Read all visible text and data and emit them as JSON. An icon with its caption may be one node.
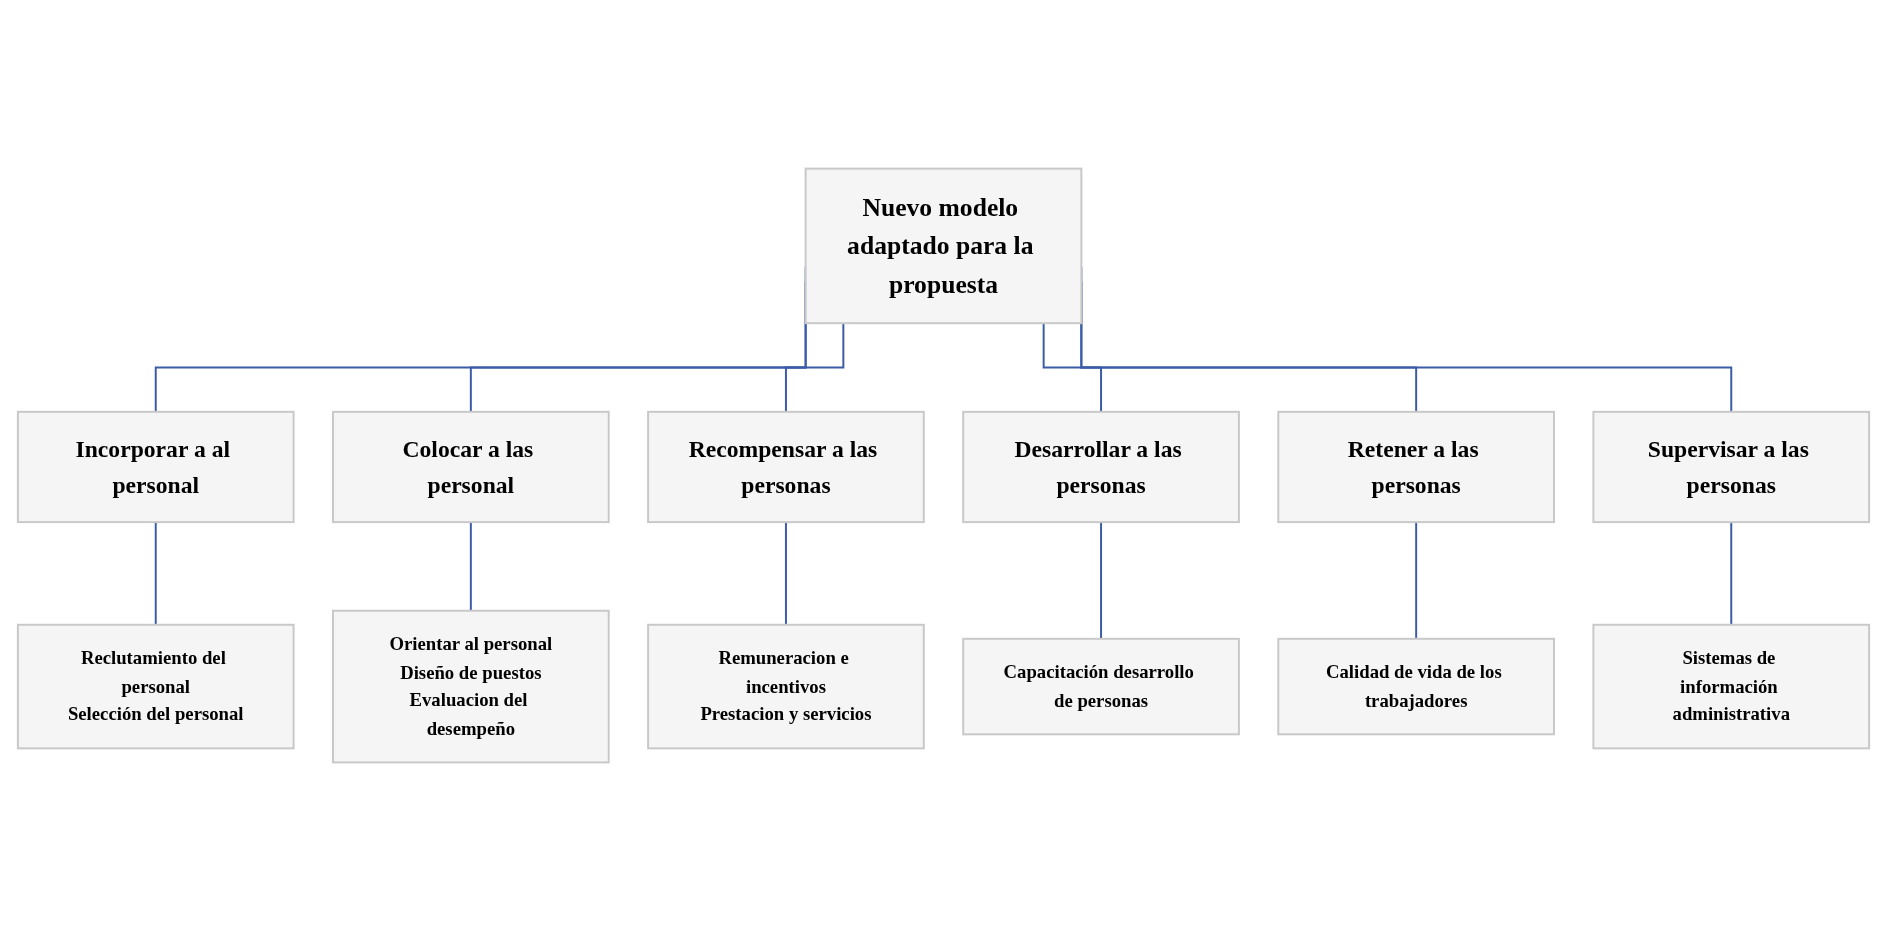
{
  "diagram": {
    "nodes": [
      {
        "text": [
          "Nuevo modelo adaptado para la propuesta"
        ]
      },
      {
        "text": [
          "Incorporar a al personal"
        ]
      },
      {
        "text": [
          "Colocar a las personal"
        ]
      },
      {
        "text": [
          "Recompensar a las personas"
        ]
      },
      {
        "text": [
          "Desarrollar a las personas"
        ]
      },
      {
        "text": [
          "Retener a las personas"
        ]
      },
      {
        "text": [
          "Supervisar a las personas"
        ]
      },
      {
        "text": [
          "Reclutamiento del personal",
          "Selección del personal"
        ]
      },
      {
        "text": [
          "Orientar al personal",
          "Diseño de puestos",
          "Evaluacion del desempeño"
        ]
      },
      {
        "text": [
          "Remuneracion e incentivos",
          "Prestacion y servicios"
        ]
      },
      {
        "text": [
          "Capacitación desarrollo de personas"
        ]
      },
      {
        "text": [
          "Calidad de vida de los trabajadores"
        ]
      },
      {
        "text": [
          "Sistemas de información administrativa"
        ]
      }
    ],
    "edges": [
      {
        "from": 0,
        "to": 1,
        "arrow": "none"
      },
      {
        "from": 0,
        "to": 2,
        "arrow": "none"
      },
      {
        "from": 0,
        "to": 3,
        "arrow": "none"
      },
      {
        "from": 0,
        "to": 4,
        "arrow": "none"
      },
      {
        "from": 0,
        "to": 5,
        "arrow": "none"
      },
      {
        "from": 0,
        "to": 6,
        "arrow": "none"
      },
      {
        "from": 1,
        "to": 7,
        "arrow": "none"
      },
      {
        "from": 2,
        "to": 8,
        "arrow": "none"
      },
      {
        "from": 3,
        "to": 9,
        "arrow": "none"
      },
      {
        "from": 4,
        "to": 10,
        "arrow": "none"
      },
      {
        "from": 5,
        "to": 11,
        "arrow": "none"
      },
      {
        "from": 6,
        "to": 12,
        "arrow": "none"
      }
    ]
  }
}
